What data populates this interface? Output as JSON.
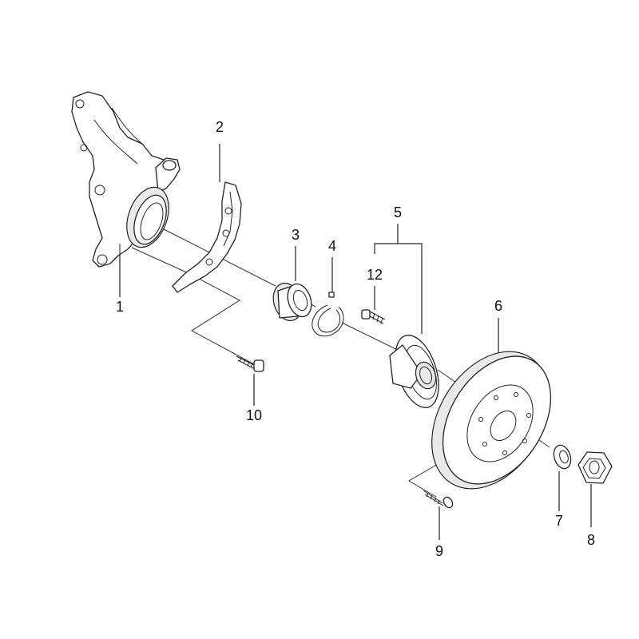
{
  "labels": {
    "p1": "1",
    "p2": "2",
    "p3": "3",
    "p4": "4",
    "p5": "5",
    "p6": "6",
    "p7": "7",
    "p8": "8",
    "p9": "9",
    "p10": "10",
    "p12": "12"
  }
}
